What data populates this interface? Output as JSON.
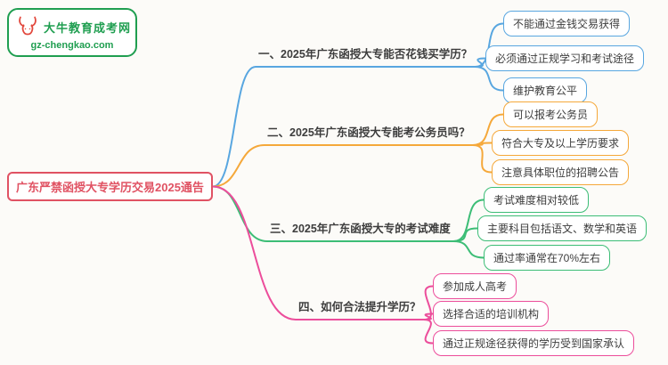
{
  "logo": {
    "title": "大牛教育成考网",
    "url": "gz-chengkao.com",
    "icon": "bull-icon",
    "color": "#1f9e50",
    "icon_color": "#e2483d"
  },
  "root": {
    "label": "广东严禁函授大专学历交易2025通告",
    "color": "#e05263"
  },
  "branches": [
    {
      "label": "一、2025年广东函授大专能否花钱买学历？",
      "color": "#58a6e0",
      "children": [
        "不能通过金钱交易获得",
        "必须通过正规学习和考试途径",
        "维护教育公平"
      ]
    },
    {
      "label": "二、2025年广东函授大专能考公务员吗？",
      "color": "#f5a83a",
      "children": [
        "可以报考公务员",
        "符合大专及以上学历要求",
        "注意具体职位的招聘公告"
      ]
    },
    {
      "label": "三、2025年广东函授大专的考试难度",
      "color": "#3cbd76",
      "children": [
        "考试难度相对较低",
        "主要科目包括语文、数学和英语",
        "通过率通常在70%左右"
      ]
    },
    {
      "label": "四、如何合法提升学历？",
      "color": "#ec4d9b",
      "children": [
        "参加成人高考",
        "选择合适的培训机构",
        "通过正规途径获得的学历受到国家承认"
      ]
    }
  ]
}
